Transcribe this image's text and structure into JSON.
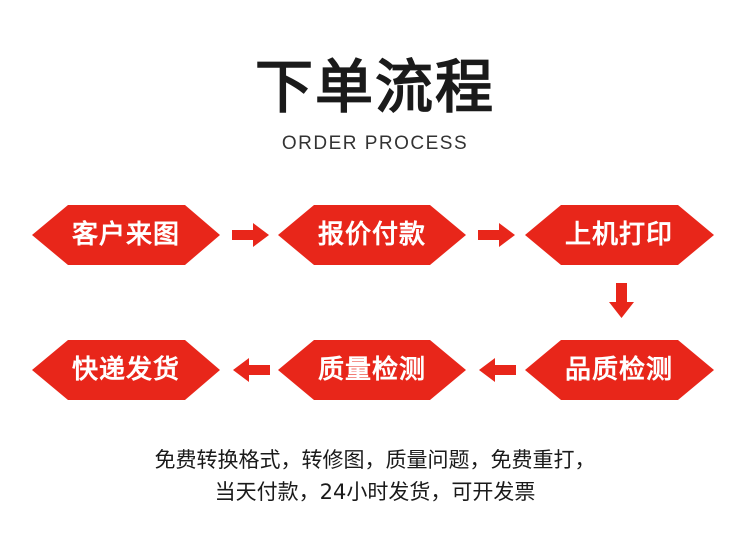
{
  "title": "下单流程",
  "subtitle": "ORDER PROCESS",
  "steps": [
    {
      "label": "客户来图"
    },
    {
      "label": "报价付款"
    },
    {
      "label": "上机打印"
    },
    {
      "label": "品质检测"
    },
    {
      "label": "质量检测"
    },
    {
      "label": "快递发货"
    }
  ],
  "notes": {
    "line1": "免费转换格式，转修图，质量问题，免费重打，",
    "line2": "当天付款，24小时发货，可开发票"
  },
  "colors": {
    "step_fill": "#e8261a",
    "arrow_fill": "#e8261a",
    "text": "#1a1a1a"
  }
}
